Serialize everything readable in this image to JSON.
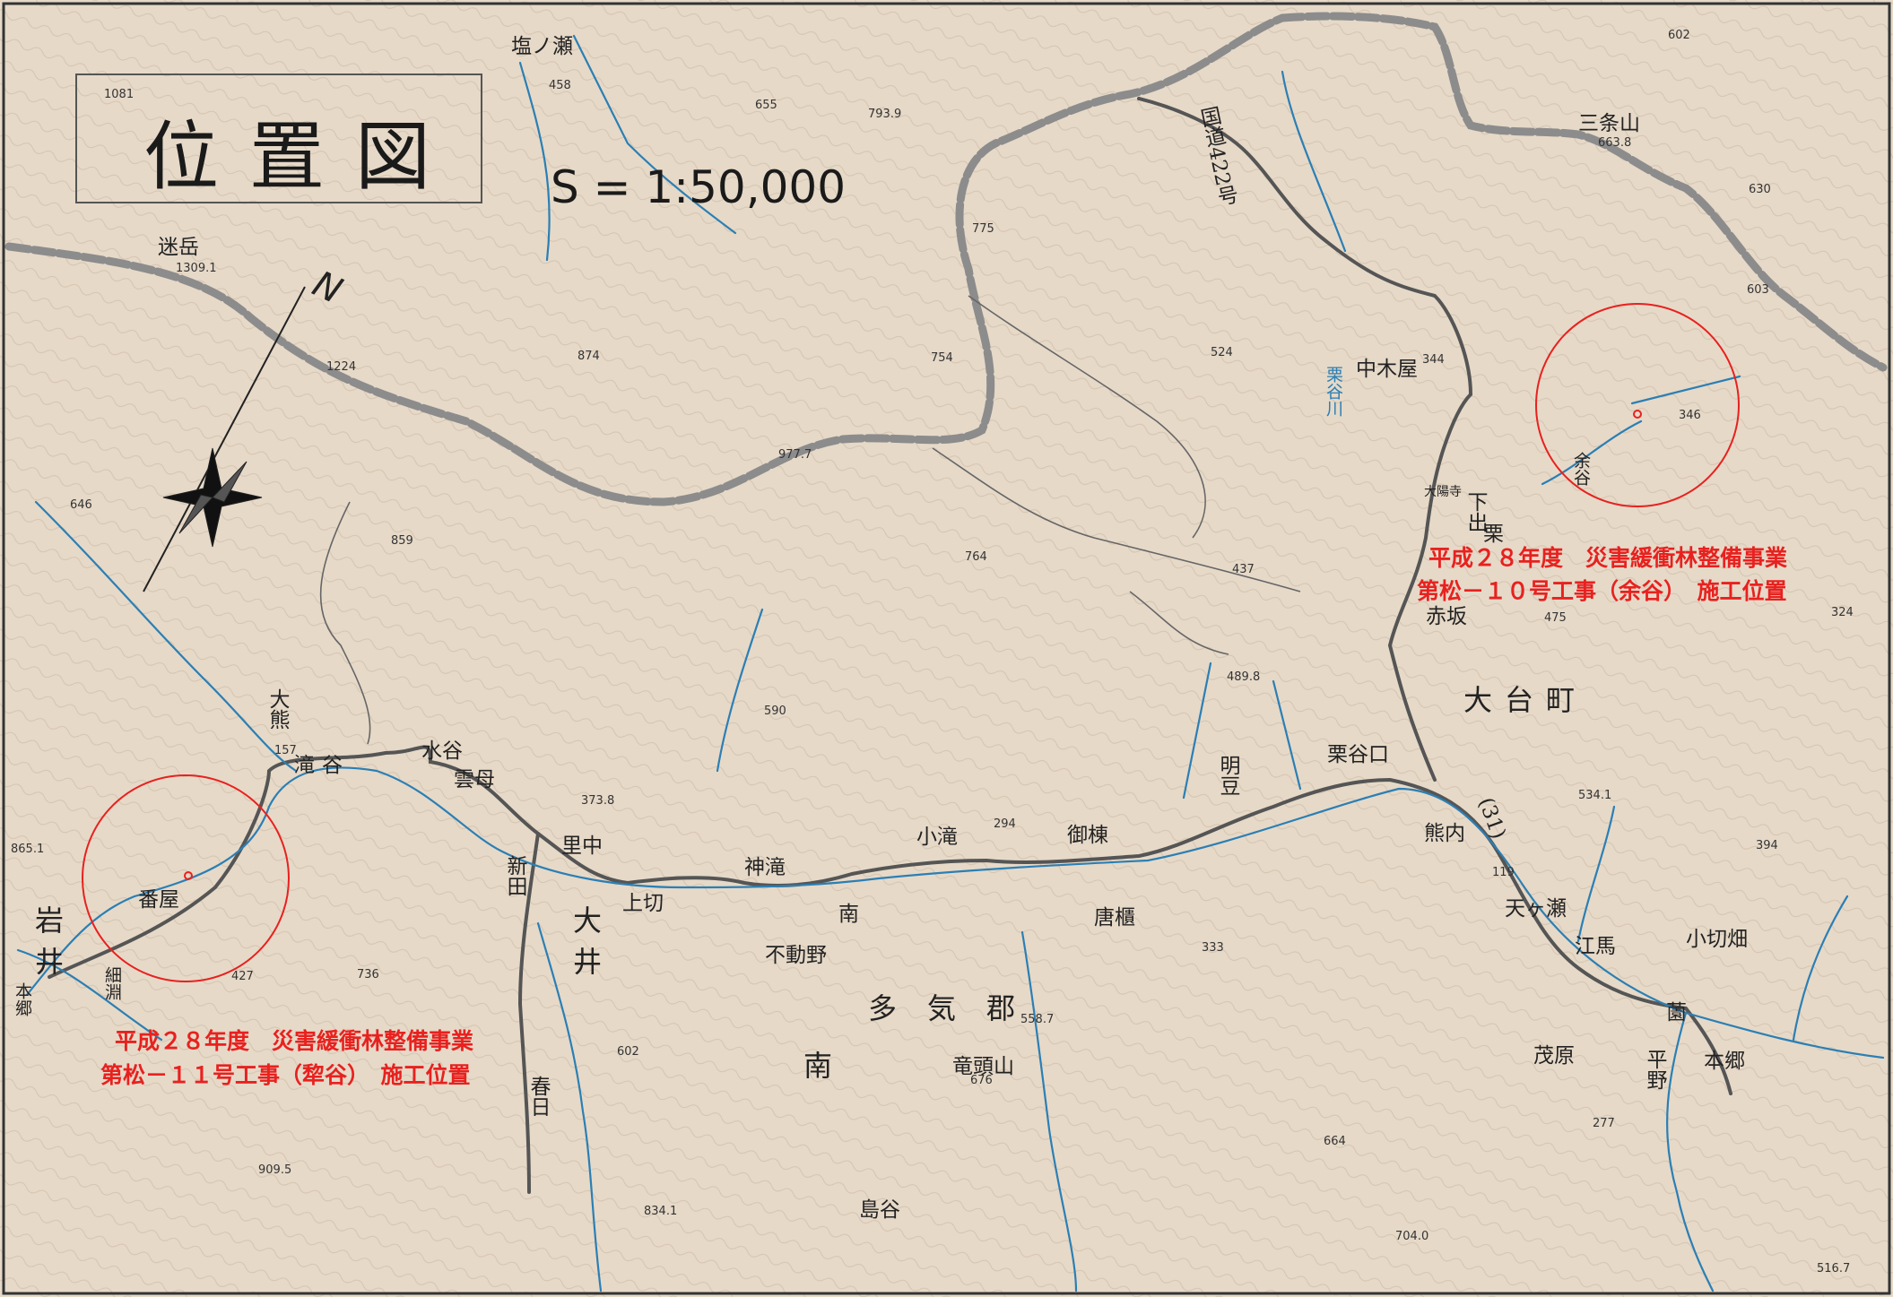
{
  "title": "位置図",
  "scale": "S = 1:50,000",
  "north_label": "N",
  "site_10": {
    "line1": "平成２８年度　災害緩衝林整備事業",
    "line2": "第松－１０号工事（余谷）　施工位置"
  },
  "site_11": {
    "line1": "平成２８年度　災害緩衝林整備事業",
    "line2": "第松－１１号工事（犂谷）　施工位置"
  },
  "places": {
    "shionose": "塩ノ瀬",
    "sanjosan": "三条山",
    "mayoidake": "迷岳",
    "nakakiya": "中木屋",
    "taiyoji": "大陽寺",
    "shimode": "下出",
    "kuri": "栗",
    "akasaka": "赤坂",
    "odaicho": "大台町",
    "kuridaniguchi": "栗谷口",
    "myozu": "明豆",
    "kumanouchi": "熊内",
    "amagase": "天ヶ瀬",
    "ema": "江馬",
    "kogirihata": "小切畑",
    "sono": "薗",
    "hongo_e": "本郷",
    "shigehara": "茂原",
    "hirano": "平野",
    "ookuma": "大熊",
    "takitani": "滝谷",
    "mizutani": "水谷",
    "unmo": "雲母",
    "satonaka": "里中",
    "kamigiri": "上切",
    "kamitaki": "神滝",
    "kotaki": "小滝",
    "mitana": "御棟",
    "minami": "南",
    "karabishi": "唐櫃",
    "fudono": "不動野",
    "shinden": "新田",
    "oi": "大井",
    "kasugaguchi": "春日",
    "banya": "番屋",
    "iwai": "岩井",
    "hosobuchi": "細淵",
    "hongo_w": "本郷",
    "minamitaki_gun": "多気郡",
    "minami_gun": "南",
    "ryuzuyama": "竜頭山",
    "shimatani": "島谷",
    "yotani": "余谷",
    "kuritanigawa": "栗谷川",
    "kokudo": "国道422号",
    "route31": "(31)"
  },
  "elevations": [
    "1081",
    "458",
    "655",
    "793.9",
    "602",
    "663.8",
    "630",
    "603",
    "1309.1",
    "1224",
    "874",
    "775",
    "754",
    "524",
    "344",
    "346",
    "977.7",
    "646",
    "859",
    "764",
    "437",
    "475",
    "324",
    "489.8",
    "590",
    "157",
    "373.8",
    "294",
    "534.1",
    "119",
    "394",
    "865.1",
    "427",
    "736",
    "602",
    "558.7",
    "676",
    "333",
    "277",
    "664",
    "909.5",
    "834.1",
    "704.0",
    "516.7"
  ],
  "colors": {
    "river": "#2b7fb4",
    "road": "#555555",
    "boundary": "#8c8c8c",
    "site": "#e8211f",
    "paper": "#e6d9c8"
  }
}
